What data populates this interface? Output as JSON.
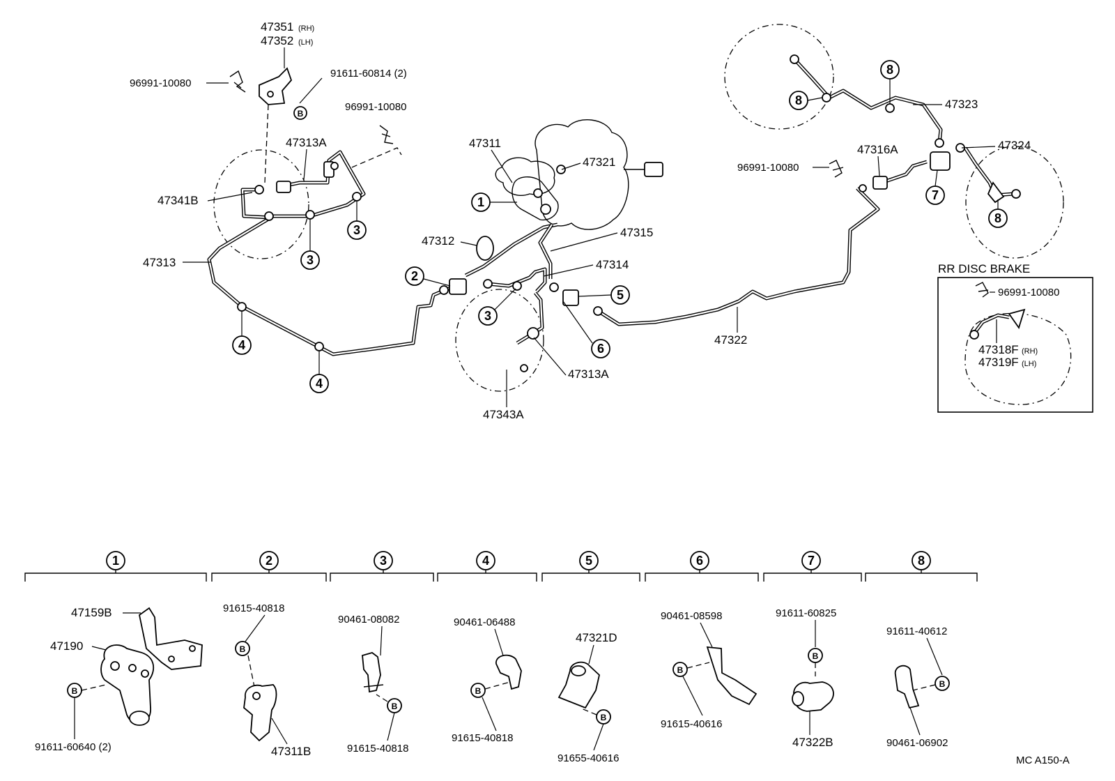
{
  "diagram": {
    "upper_labels": {
      "p47351": "47351",
      "p47351_side": "(RH)",
      "p47352": "47352",
      "p47352_side": "(LH)",
      "p96991_a": "96991-10080",
      "p91611_60814": "91611-60814 (2)",
      "p96991_b": "96991-10080",
      "p47313A_a": "47313A",
      "p47341B": "47341B",
      "p47313": "47313",
      "p47311": "47311",
      "p47321": "47321",
      "p47312": "47312",
      "p47315": "47315",
      "p47314": "47314",
      "p47313A_b": "47313A",
      "p47343A": "47343A",
      "p47322": "47322",
      "p47323": "47323",
      "p47324": "47324",
      "p47316A": "47316A",
      "p96991_c": "96991-10080",
      "rr_title": "RR DISC BRAKE",
      "p96991_d": "96991-10080",
      "p47318F": "47318F",
      "p47318F_side": "(RH)",
      "p47319F": "47319F",
      "p47319F_side": "(LH)"
    },
    "callouts": {
      "c1": "1",
      "c2": "2",
      "c3": "3",
      "c4": "4",
      "c5": "5",
      "c6": "6",
      "c7": "7",
      "c8": "8"
    },
    "bolt_marker": "B",
    "groups": [
      {
        "number": "1",
        "parts": [
          "47159B",
          "47190",
          "91611-60640 (2)"
        ]
      },
      {
        "number": "2",
        "parts": [
          "91615-40818",
          "47311B"
        ]
      },
      {
        "number": "3",
        "parts": [
          "90461-08082",
          "91615-40818"
        ]
      },
      {
        "number": "4",
        "parts": [
          "90461-06488",
          "91615-40818"
        ]
      },
      {
        "number": "5",
        "parts": [
          "47321D",
          "91655-40616"
        ]
      },
      {
        "number": "6",
        "parts": [
          "90461-08598",
          "91615-40616"
        ]
      },
      {
        "number": "7",
        "parts": [
          "91611-60825",
          "47322B"
        ]
      },
      {
        "number": "8",
        "parts": [
          "91611-40612",
          "90461-06902"
        ]
      }
    ],
    "drawing_code": "MC  A150-A"
  }
}
